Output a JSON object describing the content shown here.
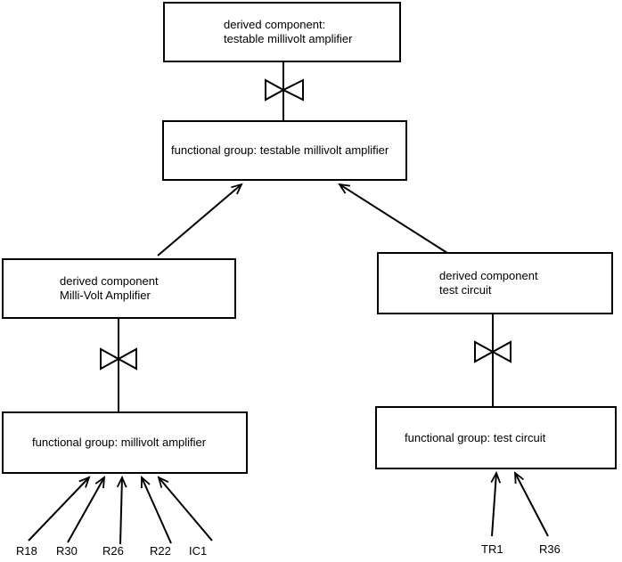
{
  "canvas": {
    "background": "#ffffff",
    "line_color": "#000000"
  },
  "nodes": {
    "derived_testable": {
      "line1": "derived component:",
      "line2": "testable millivolt amplifier"
    },
    "fg_testable": {
      "label": "functional group: testable millivolt amplifier"
    },
    "derived_mva": {
      "line1": "derived component",
      "line2": "Milli-Volt Amplifier"
    },
    "derived_tc": {
      "line1": "derived component",
      "line2": "test circuit"
    },
    "fg_mva": {
      "label": "functional group: millivolt amplifier"
    },
    "fg_tc": {
      "label": "functional group: test circuit"
    }
  },
  "components": {
    "left": [
      "R18",
      "R30",
      "R26",
      "R22",
      "IC1"
    ],
    "right": [
      "TR1",
      "R36"
    ]
  },
  "icons": {
    "refinement_symbol": "bowtie-icon",
    "arrowhead_style": "open-arrowhead"
  }
}
